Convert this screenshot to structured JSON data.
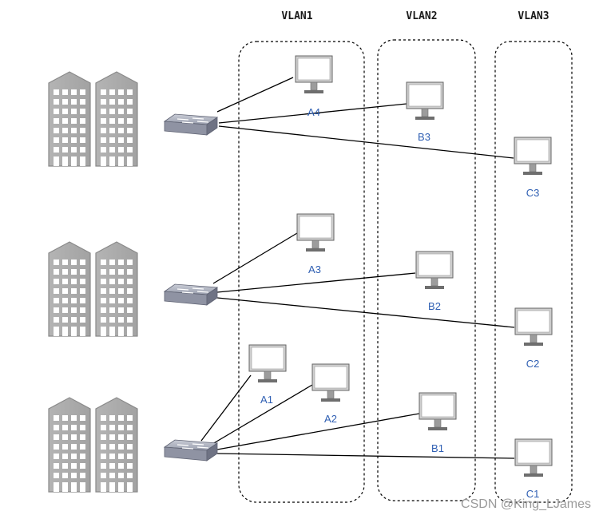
{
  "vlans": [
    {
      "id": "vlan1",
      "label": "VLAN1"
    },
    {
      "id": "vlan2",
      "label": "VLAN2"
    },
    {
      "id": "vlan3",
      "label": "VLAN3"
    }
  ],
  "buildings": [
    {
      "id": "top"
    },
    {
      "id": "middle"
    },
    {
      "id": "bottom"
    }
  ],
  "switches": [
    {
      "id": "sw-top",
      "building": "top"
    },
    {
      "id": "sw-middle",
      "building": "middle"
    },
    {
      "id": "sw-bottom",
      "building": "bottom"
    }
  ],
  "computers": [
    {
      "id": "A4",
      "label": "A4",
      "vlan": "VLAN1",
      "switch": "sw-top"
    },
    {
      "id": "B3",
      "label": "B3",
      "vlan": "VLAN2",
      "switch": "sw-top"
    },
    {
      "id": "C3",
      "label": "C3",
      "vlan": "VLAN3",
      "switch": "sw-top"
    },
    {
      "id": "A3",
      "label": "A3",
      "vlan": "VLAN1",
      "switch": "sw-middle"
    },
    {
      "id": "B2",
      "label": "B2",
      "vlan": "VLAN2",
      "switch": "sw-middle"
    },
    {
      "id": "C2",
      "label": "C2",
      "vlan": "VLAN3",
      "switch": "sw-middle"
    },
    {
      "id": "A1",
      "label": "A1",
      "vlan": "VLAN1",
      "switch": "sw-bottom"
    },
    {
      "id": "A2",
      "label": "A2",
      "vlan": "VLAN1",
      "switch": "sw-bottom"
    },
    {
      "id": "B1",
      "label": "B1",
      "vlan": "VLAN2",
      "switch": "sw-bottom"
    },
    {
      "id": "C1",
      "label": "C1",
      "vlan": "VLAN3",
      "switch": "sw-bottom"
    }
  ],
  "watermark": "CSDN @King_LJames"
}
